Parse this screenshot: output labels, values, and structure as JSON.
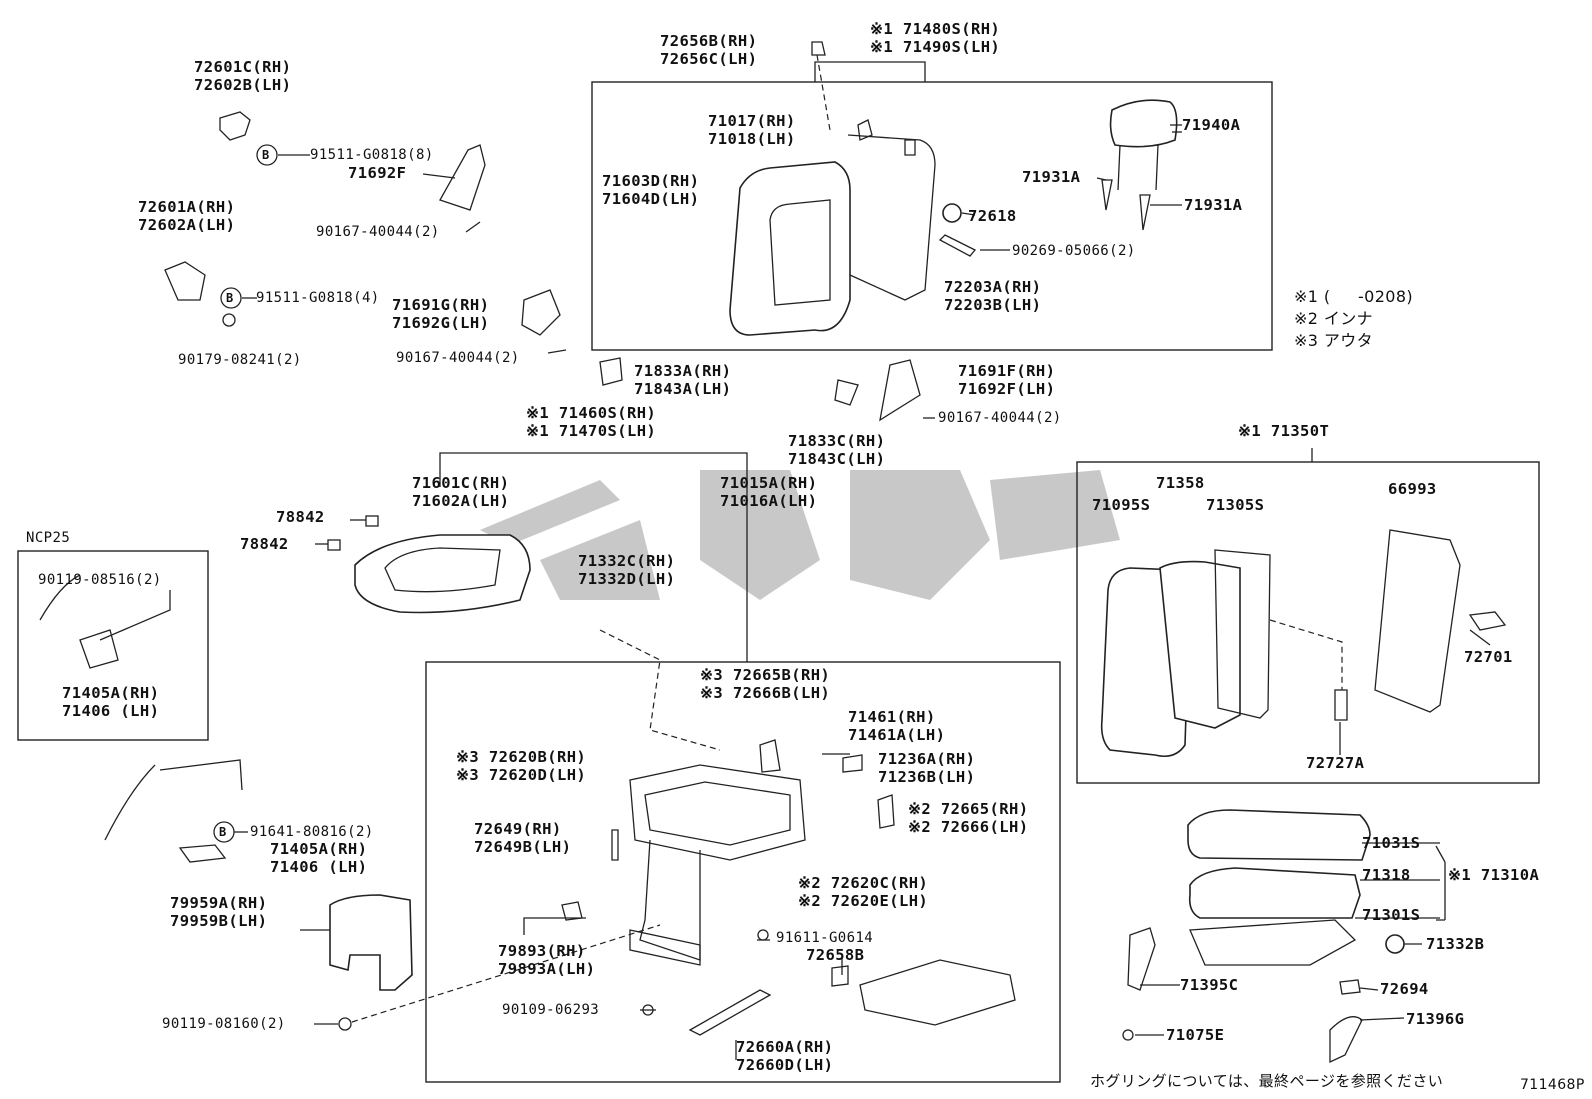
{
  "diagram_code": "711468P",
  "footer_note": "ホグリングについては、最終ページを参照ください",
  "legend": [
    "※1 (     -0208)",
    "※2 インナ",
    "※3 アウタ"
  ],
  "ncp_label": "NCP25",
  "labels": {
    "l1": "72656B(RH)\n72656C(LH)",
    "l2": "※1 71480S(RH)\n※1 71490S(LH)",
    "l3": "72601C(RH)\n72602B(LH)",
    "l4": "91511-G0818(8)",
    "l5": "71692F",
    "l6": "90167-40044(2)",
    "l7": "72601A(RH)\n72602A(LH)",
    "l8": "91511-G0818(4)",
    "l9": "90179-08241(2)",
    "l10": "71691G(RH)\n71692G(LH)",
    "l11": "90167-40044(2)",
    "l12": "71017(RH)\n71018(LH)",
    "l13": "71603D(RH)\n71604D(LH)",
    "l14": "71940A",
    "l15": "71931A",
    "l16": "71931A",
    "l17": "72618",
    "l18": "90269-05066(2)",
    "l19": "72203A(RH)\n72203B(LH)",
    "l20": "71833A(RH)\n71843A(LH)",
    "l21": "71691F(RH)\n71692F(LH)",
    "l22": "90167-40044(2)",
    "l23": "71833C(RH)\n71843C(LH)",
    "l24": "※1 71460S(RH)\n※1 71470S(LH)",
    "l25": "71601C(RH)\n71602A(LH)",
    "l26": "71015A(RH)\n71016A(LH)",
    "l27": "78842",
    "l28": "78842",
    "l29": "71332C(RH)\n71332D(LH)",
    "l30": "90119-08516(2)",
    "l31": "71405A(RH)\n71406 (LH)",
    "l32": "※1 71350T",
    "l33": "71358",
    "l34": "71095S",
    "l35": "71305S",
    "l36": "66993",
    "l37": "72701",
    "l38": "72727A",
    "l39": "※3 72665B(RH)\n※3 72666B(LH)",
    "l40": "71461(RH)\n71461A(LH)",
    "l41": "71236A(RH)\n71236B(LH)",
    "l42": "※3 72620B(RH)\n※3 72620D(LH)",
    "l43": "※2 72665(RH)\n※2 72666(LH)",
    "l44": "72649(RH)\n72649B(LH)",
    "l45": "91641-80816(2)",
    "l46": "71405A(RH)\n71406 (LH)",
    "l47": "※2 72620C(RH)\n※2 72620E(LH)",
    "l48": "79959A(RH)\n79959B(LH)",
    "l49": "79893(RH)\n79893A(LH)",
    "l50": "91611-G0614",
    "l51": "72658B",
    "l52": "90109-06293",
    "l53": "90119-08160(2)",
    "l54": "72660A(RH)\n72660D(LH)",
    "l55": "71031S",
    "l56": "71318",
    "l57": "※1 71310A",
    "l58": "71301S",
    "l59": "71332B",
    "l60": "71395C",
    "l61": "72694",
    "l62": "71396G",
    "l63": "71075E",
    "b1": "B",
    "b2": "B",
    "b3": "B"
  }
}
